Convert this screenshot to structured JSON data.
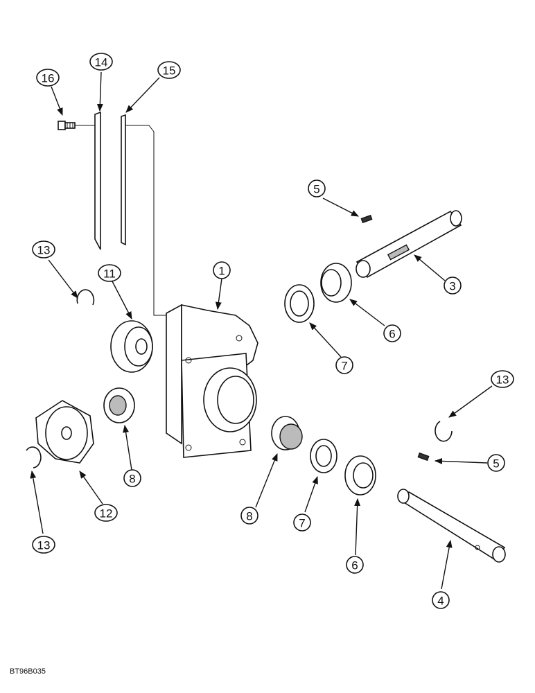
{
  "doc_code": "BT96B035",
  "callouts": [
    {
      "label": "16"
    },
    {
      "label": "14"
    },
    {
      "label": "15"
    },
    {
      "label": "13"
    },
    {
      "label": "11"
    },
    {
      "label": "1"
    },
    {
      "label": "5"
    },
    {
      "label": "3"
    },
    {
      "label": "6"
    },
    {
      "label": "7"
    },
    {
      "label": "13"
    },
    {
      "label": "5"
    },
    {
      "label": "8"
    },
    {
      "label": "12"
    },
    {
      "label": "13"
    },
    {
      "label": "8"
    },
    {
      "label": "7"
    },
    {
      "label": "6"
    },
    {
      "label": "4"
    }
  ],
  "colors": {
    "line": "#111111",
    "background": "#ffffff",
    "shade": "#bbbbbb"
  }
}
